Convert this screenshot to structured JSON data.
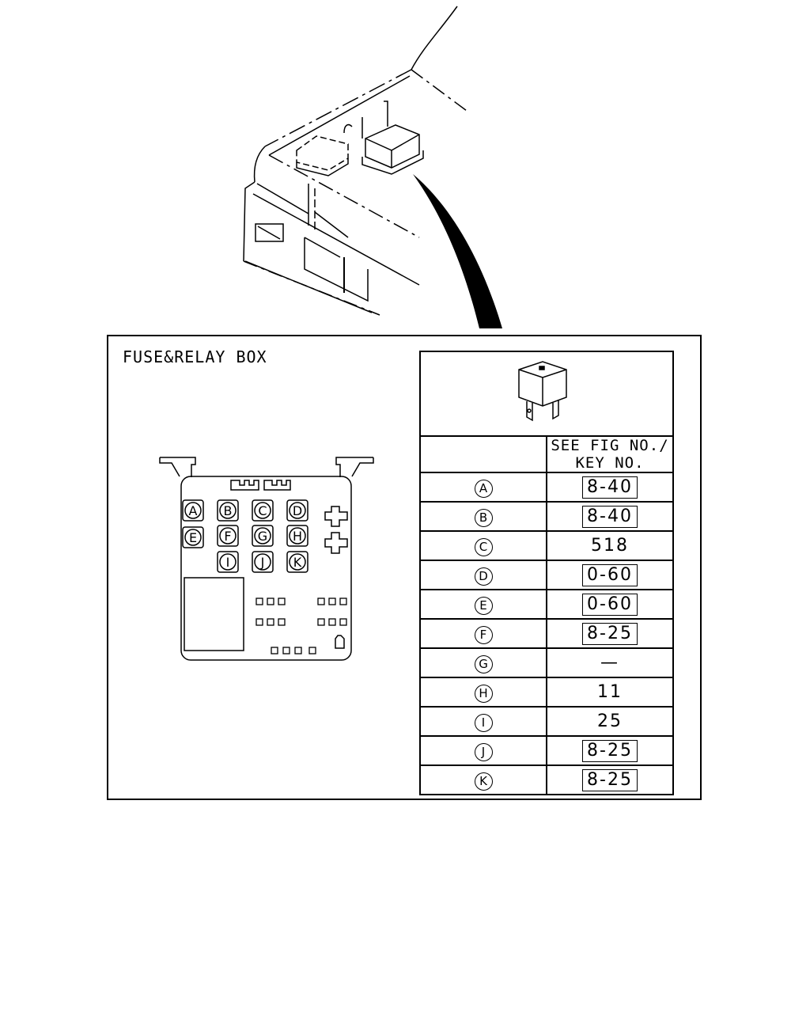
{
  "panel": {
    "title": "FUSE&RELAY BOX"
  },
  "table": {
    "header": "SEE FIG NO./ KEY NO.",
    "rows": [
      {
        "key": "A",
        "value": "8-40",
        "boxed": true
      },
      {
        "key": "B",
        "value": "8-40",
        "boxed": true
      },
      {
        "key": "C",
        "value": "518",
        "boxed": false
      },
      {
        "key": "D",
        "value": "0-60",
        "boxed": true
      },
      {
        "key": "E",
        "value": "0-60",
        "boxed": true
      },
      {
        "key": "F",
        "value": "8-25",
        "boxed": true
      },
      {
        "key": "G",
        "value": "—",
        "boxed": false
      },
      {
        "key": "H",
        "value": "11",
        "boxed": false
      },
      {
        "key": "I",
        "value": "25",
        "boxed": false
      },
      {
        "key": "J",
        "value": "8-25",
        "boxed": true
      },
      {
        "key": "K",
        "value": "8-25",
        "boxed": true
      }
    ]
  },
  "box_labels": [
    "A",
    "B",
    "C",
    "D",
    "E",
    "F",
    "G",
    "H",
    "I",
    "J",
    "K"
  ]
}
